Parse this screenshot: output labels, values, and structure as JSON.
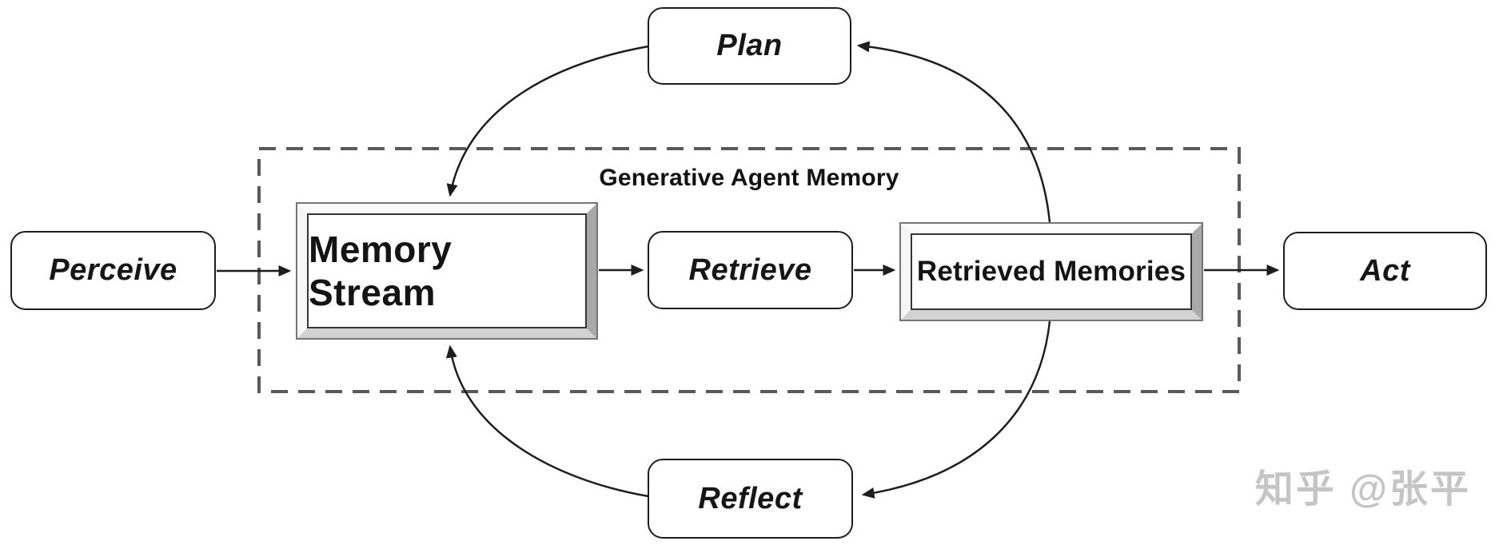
{
  "diagram": {
    "boundary_label": "Generative Agent Memory",
    "nodes": {
      "perceive": {
        "label": "Perceive",
        "style": "rounded-italic"
      },
      "plan": {
        "label": "Plan",
        "style": "rounded-italic"
      },
      "memory_stream": {
        "label": "Memory Stream",
        "style": "beveled-bold"
      },
      "retrieve": {
        "label": "Retrieve",
        "style": "rounded-italic"
      },
      "retrieved_memories": {
        "label": "Retrieved Memories",
        "style": "beveled-bold"
      },
      "act": {
        "label": "Act",
        "style": "rounded-italic"
      },
      "reflect": {
        "label": "Reflect",
        "style": "rounded-italic"
      }
    },
    "edges": [
      {
        "from": "Perceive",
        "to": "Memory Stream",
        "shape": "straight"
      },
      {
        "from": "Memory Stream",
        "to": "Retrieve",
        "shape": "straight"
      },
      {
        "from": "Retrieve",
        "to": "Retrieved Memories",
        "shape": "straight"
      },
      {
        "from": "Retrieved Memories",
        "to": "Act",
        "shape": "straight"
      },
      {
        "from": "Plan",
        "to": "Memory Stream",
        "shape": "curve"
      },
      {
        "from": "Retrieved Memories",
        "to": "Plan",
        "shape": "curve"
      },
      {
        "from": "Reflect",
        "to": "Memory Stream",
        "shape": "curve"
      },
      {
        "from": "Retrieved Memories",
        "to": "Reflect",
        "shape": "curve"
      }
    ]
  },
  "watermark": {
    "text": "知乎 @张平"
  },
  "colors": {
    "background": "#ffffff",
    "line": "#1d1d1d",
    "box_border": "#1d1d1d",
    "dashed_border": "#595959",
    "bevel_light": "#fbfbfb",
    "bevel_dark": "#a9a9a9",
    "watermark": "#c6c5c5"
  }
}
